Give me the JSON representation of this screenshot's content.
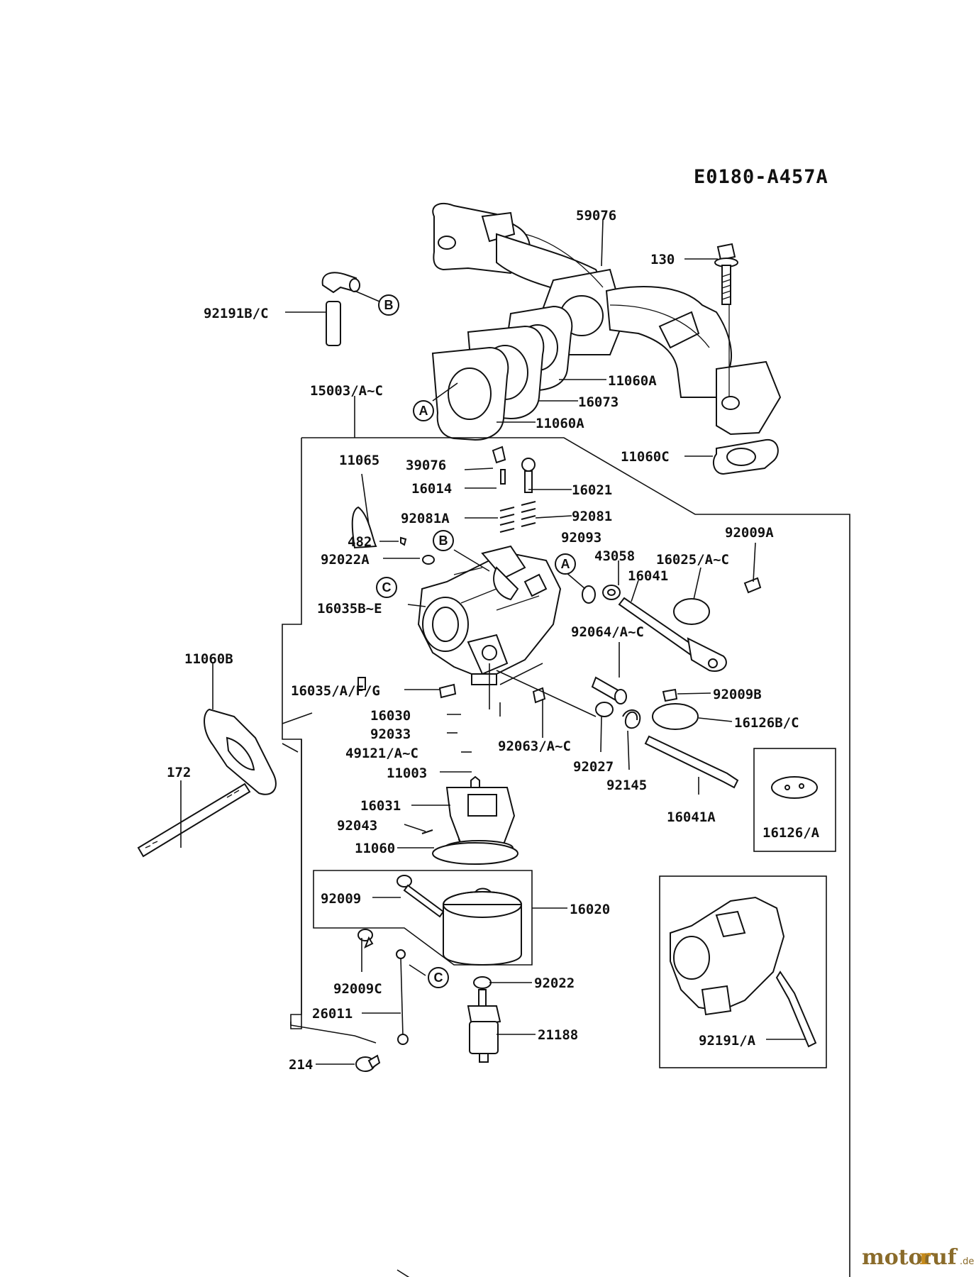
{
  "diagram_code": "E0180-A457A",
  "refs": {
    "A": "A",
    "B": "B",
    "C": "C"
  },
  "parts": {
    "p59076": "59076",
    "p130": "130",
    "p92191BC": "92191B/C",
    "p11060A_1": "11060A",
    "p16073": "16073",
    "p11060A_2": "11060A",
    "p15003": "15003/A~C",
    "p11060C": "11060C",
    "p11065": "11065",
    "p39076": "39076",
    "p16014": "16014",
    "p16021": "16021",
    "p92081A": "92081A",
    "p92081": "92081",
    "p92093": "92093",
    "p92009A": "92009A",
    "p482": "482",
    "p92022A": "92022A",
    "p43058": "43058",
    "p16025": "16025/A~C",
    "p16041": "16041",
    "p16035BE": "16035B~E",
    "p11060B": "11060B",
    "p92064": "92064/A~C",
    "p16035AFG": "16035/A/F/G",
    "p92009B": "92009B",
    "p16030": "16030",
    "p16126BC": "16126B/C",
    "p92033": "92033",
    "p92063": "92063/A~C",
    "p49121": "49121/A~C",
    "p92027": "92027",
    "p11003": "11003",
    "p92145": "92145",
    "p172": "172",
    "p16031": "16031",
    "p16041A": "16041A",
    "p92043": "92043",
    "p16126A": "16126/A",
    "p11060": "11060",
    "p92009": "92009",
    "p16020": "16020",
    "p92009C": "92009C",
    "p92022": "92022",
    "p26011": "26011",
    "p21188": "21188",
    "p214": "214",
    "p92191A": "92191/A"
  },
  "watermark": {
    "brand_a": "motor",
    "brand_b": "uf",
    "brand_r": "r",
    "tld": ".de"
  }
}
